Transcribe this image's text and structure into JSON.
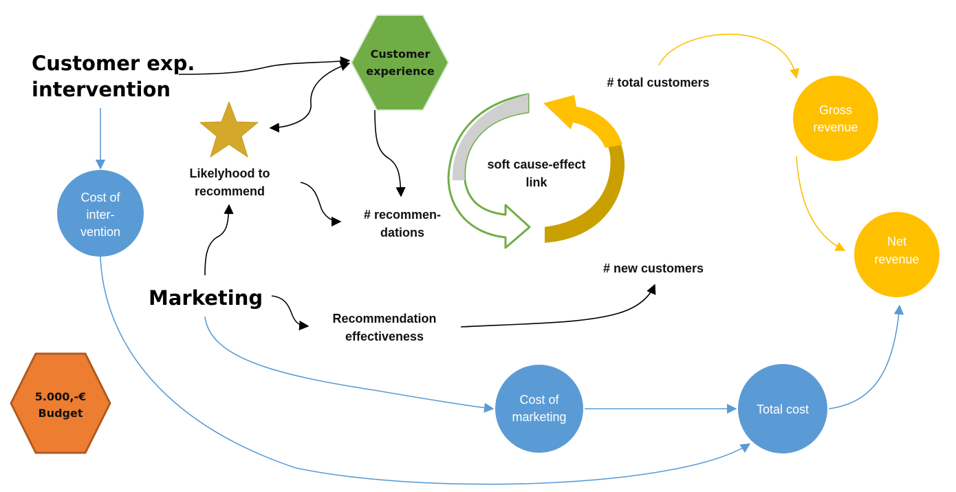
{
  "title_intervention": [
    "Customer exp.",
    "intervention"
  ],
  "title_marketing": "Marketing",
  "hex_customer_experience": [
    "Customer",
    "experience"
  ],
  "hex_budget": [
    "5.000,-€",
    "Budget"
  ],
  "likelyhood": [
    "Likelyhood to",
    "recommend"
  ],
  "recommendations": [
    "# recommen-",
    "dations"
  ],
  "rec_effectiveness": [
    "Recommendation",
    "effectiveness"
  ],
  "soft_link": [
    "soft cause-effect",
    "link"
  ],
  "total_customers": "# total customers",
  "new_customers": "# new customers",
  "cost_intervention": [
    "Cost of",
    "inter-",
    "vention"
  ],
  "cost_marketing": [
    "Cost of",
    "marketing"
  ],
  "total_cost": "Total cost",
  "gross_revenue": [
    "Gross",
    "revenue"
  ],
  "net_revenue": [
    "Net",
    "revenue"
  ],
  "colors": {
    "blue": "#5B9BD5",
    "yellow": "#FFC000",
    "green": "#70AD47",
    "orange": "#ED7D31",
    "star": "#D4A82A",
    "grey": "#CFCFCF",
    "gold": "#C9A000"
  },
  "icons": [
    "star-icon",
    "cycle-arrows-icon"
  ]
}
